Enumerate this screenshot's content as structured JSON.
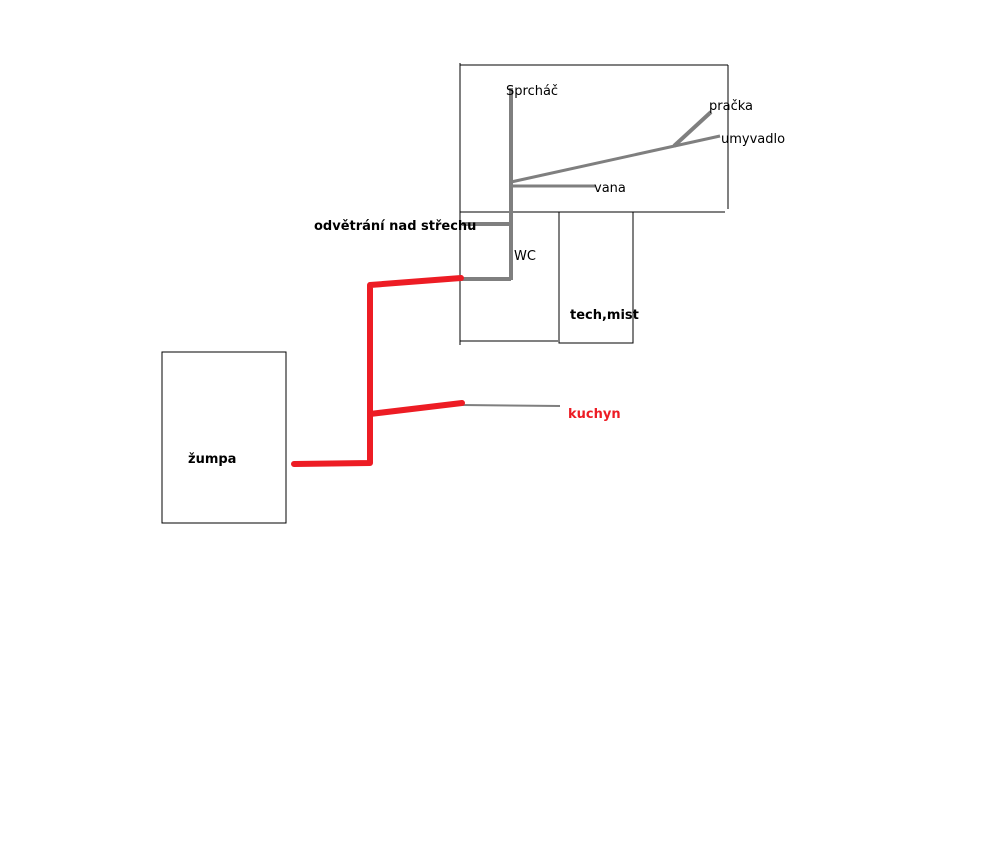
{
  "colors": {
    "outline": "#000000",
    "grey_pipe": "#7f7f7f",
    "red_pipe": "#ed1c24",
    "background": "#ffffff"
  },
  "labels": {
    "sprchac": "Sprcháč",
    "pracka": "pračka",
    "umyvadlo": "umyvadlo",
    "vana": "vana",
    "odvetrani": "odvětrání nad střechu",
    "wc": "WC",
    "tech_mist": "tech,mist",
    "kuchyn": "kuchyn",
    "zumpa": "žumpa"
  }
}
